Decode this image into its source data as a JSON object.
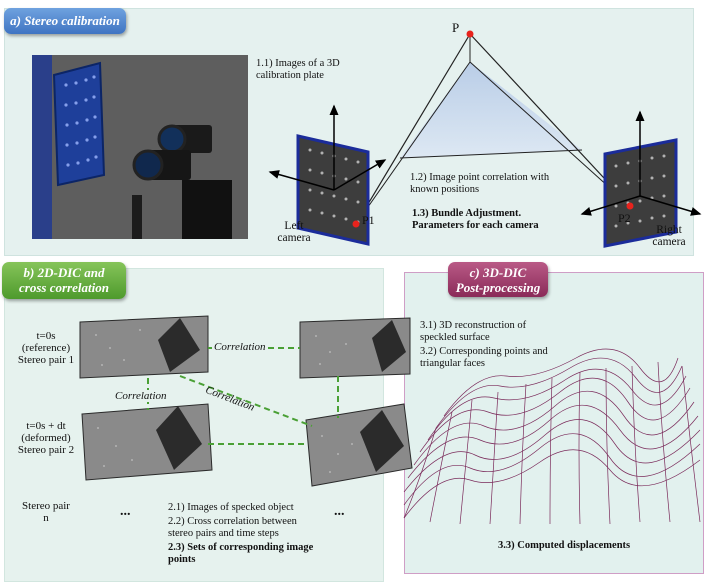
{
  "panel_a": {
    "title": "a) Stereo calibration",
    "step_1_1": "1.1) Images of a 3D calibration plate",
    "step_1_2": "1.2) Image point correlation with known positions",
    "step_1_3": "1.3) Bundle Adjustment. Parameters for each camera",
    "point_p": "P",
    "point_p1": "P1",
    "point_p2": "P2",
    "left_camera": "Left camera",
    "right_camera": "Right camera"
  },
  "panel_b": {
    "title_line1": "b) 2D-DIC and",
    "title_line2": "cross correlation",
    "row1_label": "t=0s (reference) Stereo pair 1",
    "row2_label": "t=0s + dt (deformed) Stereo pair 2",
    "rown_label": "Stereo pair n",
    "correlation": "Correlation",
    "ellipsis": "...",
    "step_2_1": "2.1) Images of specked object",
    "step_2_2": "2.2) Cross correlation between stereo pairs and time steps",
    "step_2_3": "2.3) Sets of corresponding image points"
  },
  "panel_c": {
    "title_line1": "c) 3D-DIC",
    "title_line2": "Post-processing",
    "step_3_1": "3.1) 3D reconstruction of speckled surface",
    "step_3_2": "3.2) Corresponding points and triangular faces",
    "step_3_3": "3.3) Computed displacements"
  },
  "colors": {
    "tag_a": "#4a7fcf",
    "tag_b": "#5aa636",
    "tag_c": "#9a3a68",
    "mesh": "#7a2a5a",
    "dash": "#4aa035",
    "point": "#e8231d"
  }
}
